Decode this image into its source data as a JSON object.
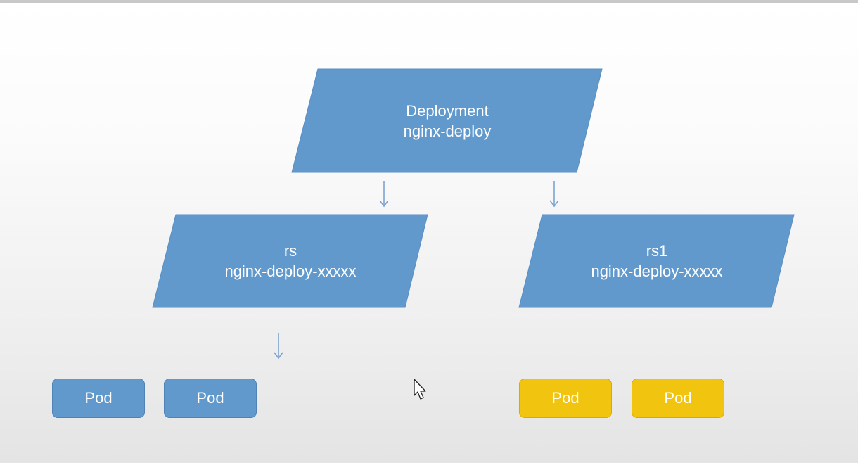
{
  "diagram": {
    "deployment": {
      "kind": "Deployment",
      "name": "nginx-deploy"
    },
    "replica_sets": [
      {
        "kind": "rs",
        "name": "nginx-deploy-xxxxx"
      },
      {
        "kind": "rs1",
        "name": "nginx-deploy-xxxxx"
      }
    ],
    "pods": [
      {
        "label": "Pod",
        "owner": "rs"
      },
      {
        "label": "Pod",
        "owner": "rs"
      },
      {
        "label": "Pod",
        "owner": "rs1"
      },
      {
        "label": "Pod",
        "owner": "rs1"
      }
    ]
  },
  "colors": {
    "shape_fill": "#6199cc",
    "shape_stroke": "#4f82b5",
    "pod_new_fill": "#f1c40f",
    "arrow": "#7ba3d0",
    "text": "#ffffff"
  }
}
